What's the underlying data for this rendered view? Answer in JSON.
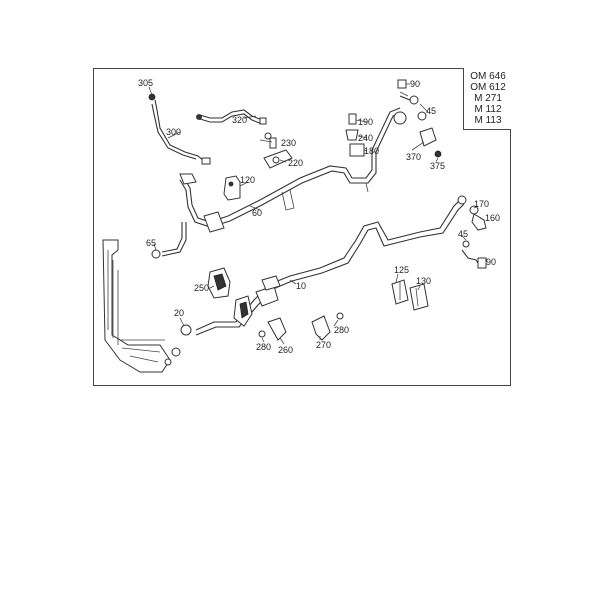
{
  "engine_codes": [
    "OM 646",
    "OM 612",
    "M 271",
    "M 112",
    "M 113"
  ],
  "callouts": {
    "c305": "305",
    "c300": "300",
    "c320": "320",
    "c230": "230",
    "c220": "220",
    "c120": "120",
    "c60": "60",
    "c65": "65",
    "c190": "190",
    "c240": "240",
    "c180": "180",
    "c90a": "90",
    "c45a": "45",
    "c370": "370",
    "c375": "375",
    "c170": "170",
    "c160": "160",
    "c45b": "45",
    "c90b": "90",
    "c10": "10",
    "c125": "125",
    "c130": "130",
    "c250": "250",
    "c20": "20",
    "c280a": "280",
    "c260": "260",
    "c270": "270",
    "c280b": "280"
  }
}
